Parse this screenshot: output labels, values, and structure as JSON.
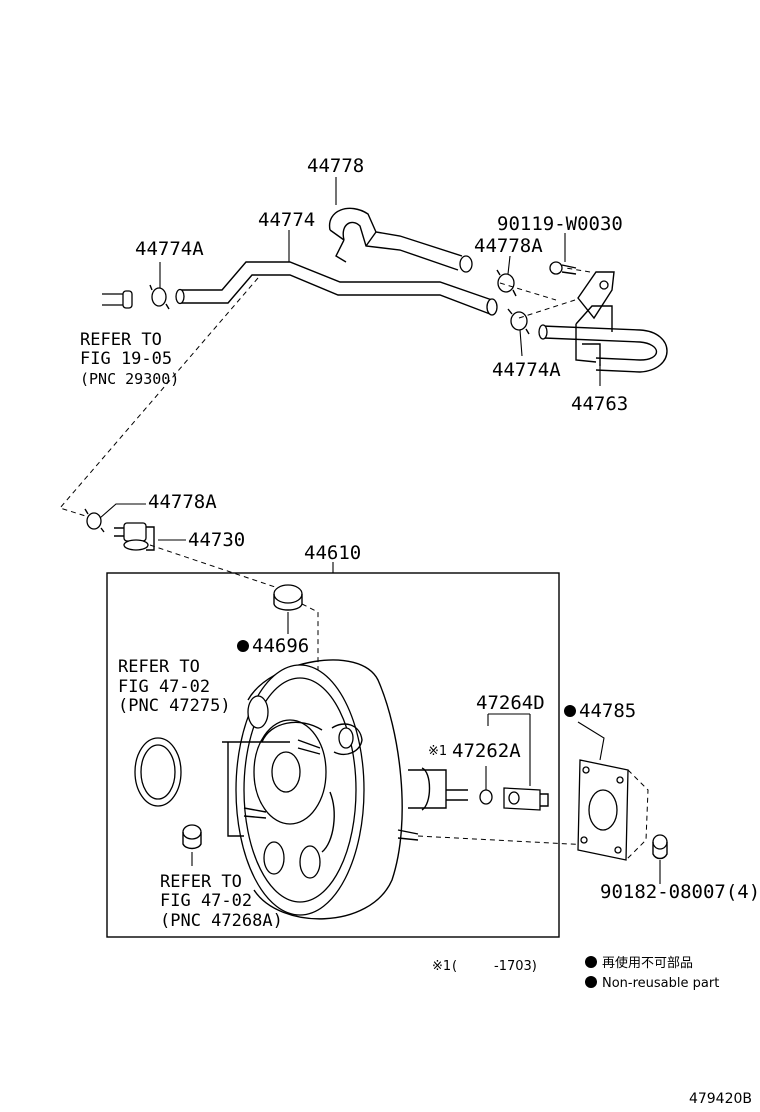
{
  "labels": {
    "p44778": "44778",
    "p44774": "44774",
    "p90119": "90119-W0030",
    "p44774A_left": "44774A",
    "p44778A_top": "44778A",
    "p44774A_right": "44774A",
    "p44763": "44763",
    "p44778A_mid": "44778A",
    "p44730": "44730",
    "p44610": "44610",
    "p44696": "44696",
    "p47264D": "47264D",
    "p44785": "44785",
    "p47262A": "47262A",
    "p90182": "90182-08007(4)"
  },
  "refs": {
    "ref1": {
      "line1": "REFER TO",
      "line2": "FIG 19-05",
      "line3": "(PNC 29300)"
    },
    "ref2": {
      "line1": "REFER TO",
      "line2": "FIG 47-02",
      "line3": "(PNC 47275)"
    },
    "ref3": {
      "line1": "REFER TO",
      "line2": "FIG 47-02",
      "line3": "(PNC 47268A)"
    }
  },
  "note_mark": "※1",
  "footnote": {
    "mark": "※1",
    "paren_open": "(",
    "range": "-1703)"
  },
  "legend": {
    "item1": "再使用不可部品",
    "item2": "Non-reusable part"
  },
  "figure_id": "479420B",
  "colors": {
    "ink": "#000000",
    "background": "#ffffff"
  }
}
